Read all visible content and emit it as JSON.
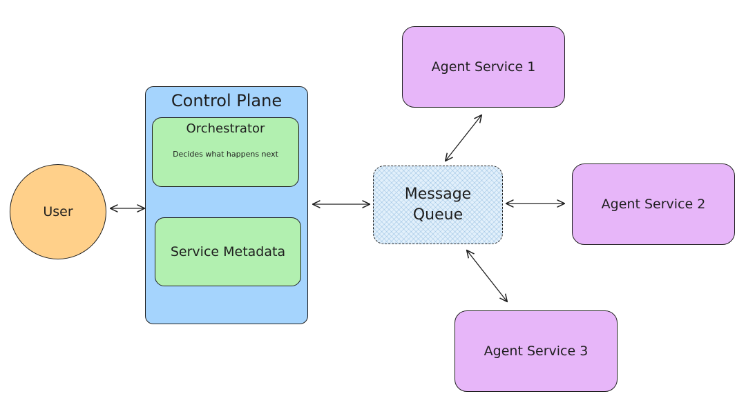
{
  "diagram": {
    "user": {
      "label": "User"
    },
    "control_plane": {
      "title": "Control Plane",
      "orchestrator": {
        "title": "Orchestrator",
        "description": "Decides what happens next"
      },
      "service_metadata": {
        "label": "Service Metadata"
      }
    },
    "message_queue": {
      "label": "Message\nQueue"
    },
    "agents": [
      {
        "label": "Agent Service 1"
      },
      {
        "label": "Agent Service 2"
      },
      {
        "label": "Agent Service 3"
      }
    ]
  },
  "colors": {
    "user": "#ffd08a",
    "control_plane": "#a5d4fd",
    "inner_boxes": "#b2f0b0",
    "message_queue": "#e2f0fb",
    "agents": "#e7b6f9",
    "stroke": "#1e1e1e"
  }
}
